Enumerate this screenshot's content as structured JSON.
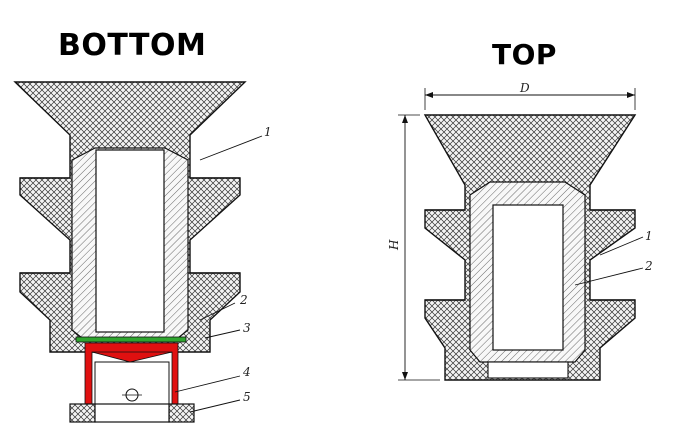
{
  "titles": {
    "bottom": "BOTTOM",
    "top": "TOP"
  },
  "callouts_bottom": [
    "1",
    "2",
    "3",
    "4",
    "5"
  ],
  "callouts_top": [
    "1",
    "2"
  ],
  "dimensions": {
    "diameter": "D",
    "height": "H"
  },
  "colors": {
    "hatch": "#000000",
    "liner_red": "#e01010",
    "ring_green": "#2fa52f"
  }
}
